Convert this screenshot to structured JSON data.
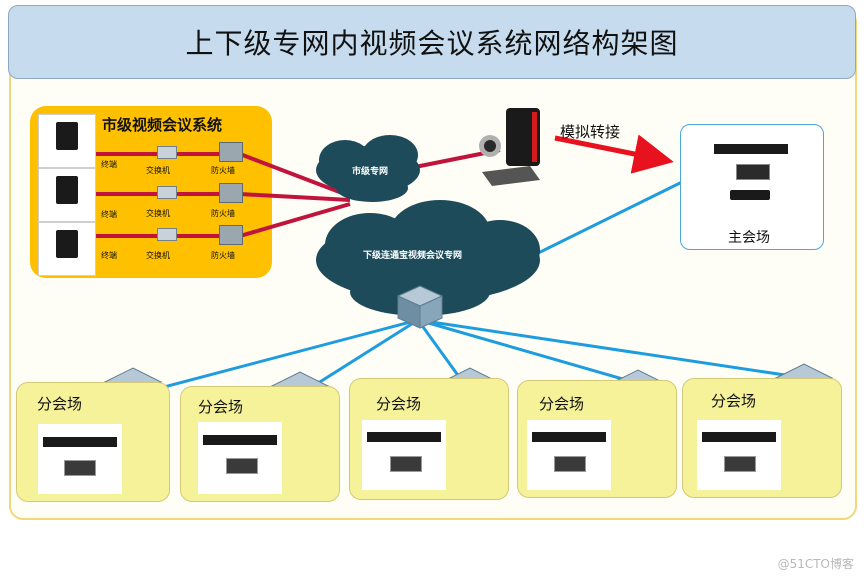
{
  "title": "上下级专网内视频会议系统网络构架图",
  "city_system": {
    "title": "市级视频会议系统",
    "rows": [
      {
        "terminal": "终端",
        "switch": "交换机",
        "firewall": "防火墙"
      },
      {
        "terminal": "终端",
        "switch": "交换机",
        "firewall": "防火墙"
      },
      {
        "terminal": "终端",
        "switch": "交换机",
        "firewall": "防火墙"
      }
    ]
  },
  "clouds": {
    "city_net": "市级专网",
    "lower_net": "下级连通宝视频会议专网"
  },
  "analog_label": "模拟转接",
  "main_venue": "主会场",
  "branches": [
    "分会场",
    "分会场",
    "分会场",
    "分会场",
    "分会场"
  ],
  "colors": {
    "title_bg": "#c6dcee",
    "city_box": "#ffc000",
    "red_link": "#c0143c",
    "blue_link": "#1e9ce0",
    "cloud": "#1d4b5a",
    "branch_bg": "#f6f29a"
  },
  "watermark": "@51CTO博客"
}
